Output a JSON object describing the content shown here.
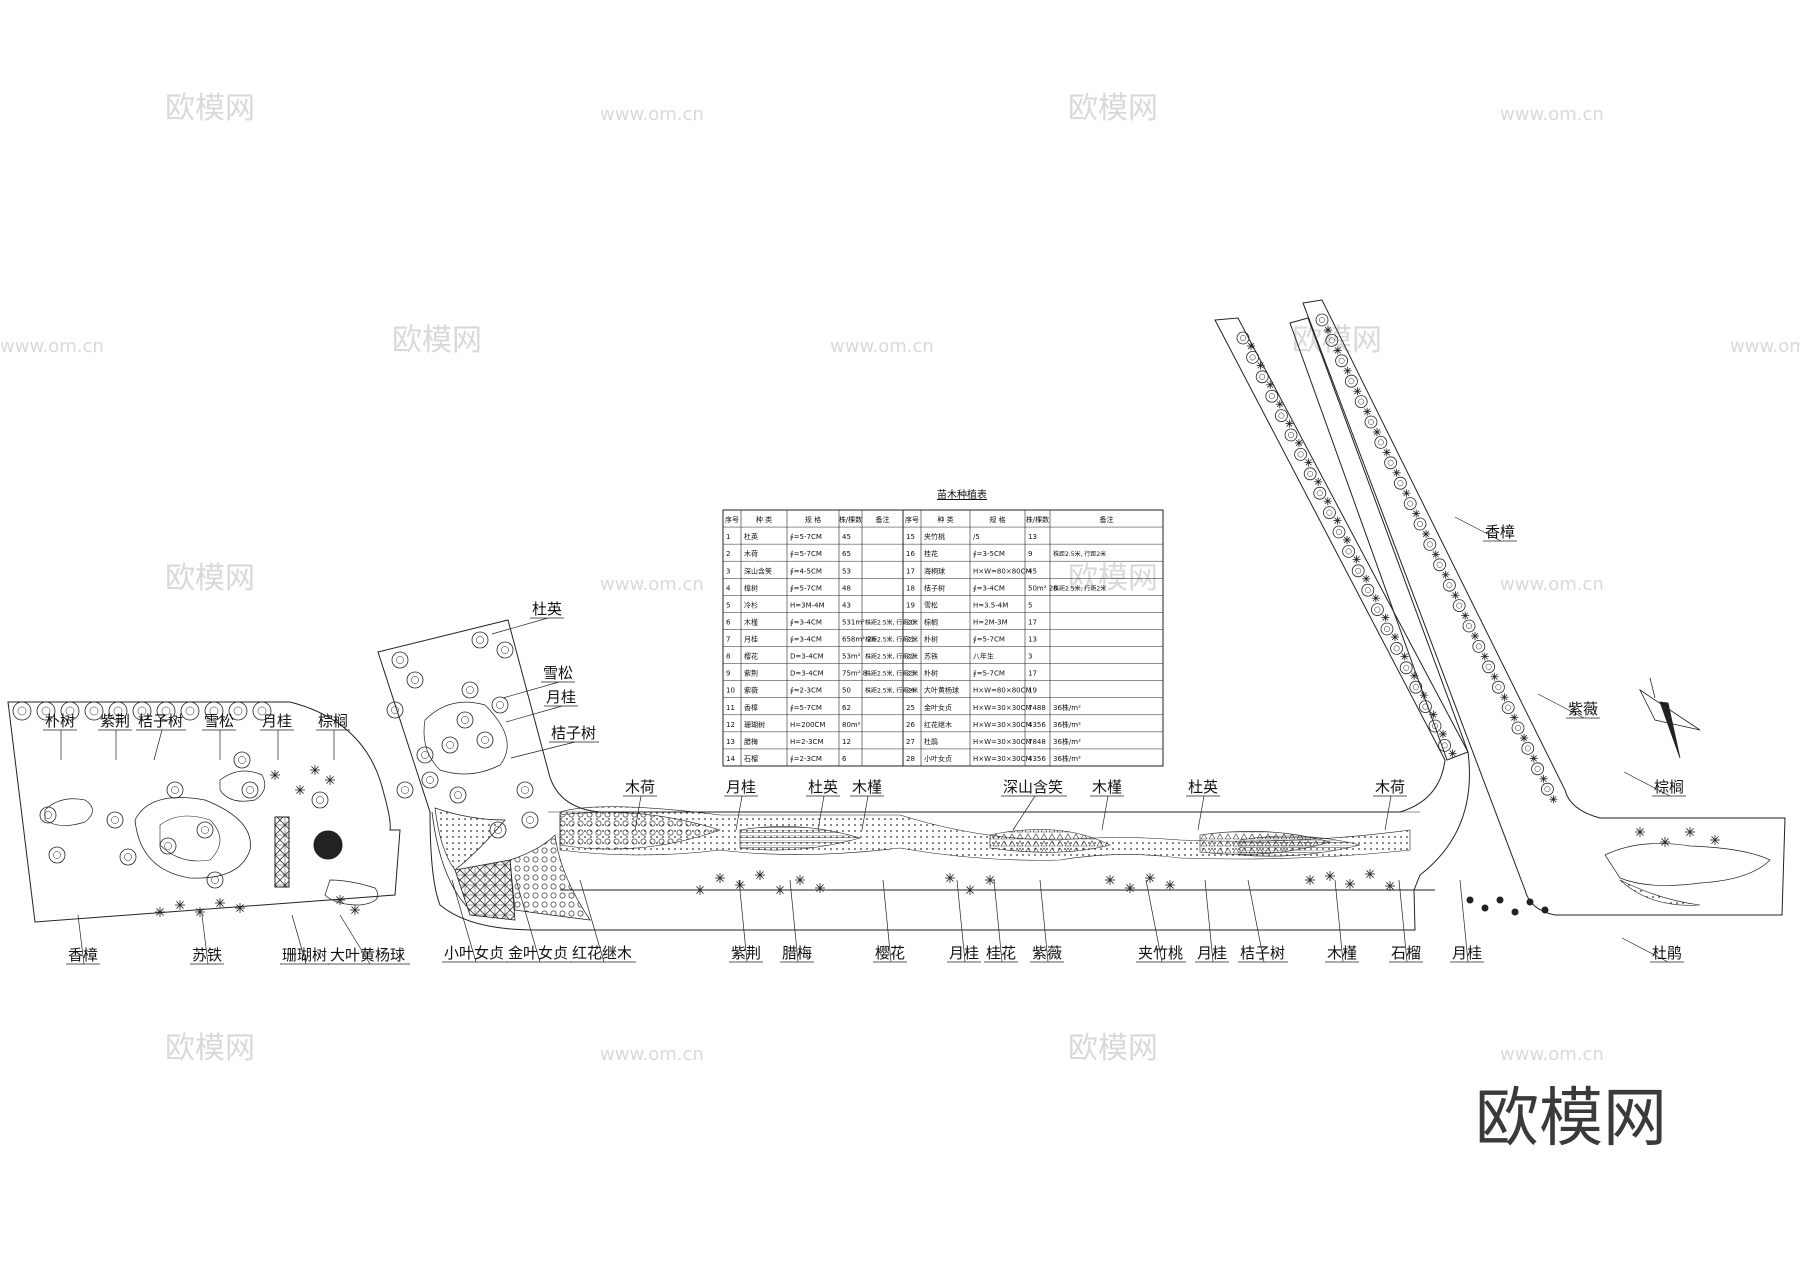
{
  "watermark": {
    "logo_text": "欧模网",
    "url_text": "www.om.cn",
    "corner_text": "欧模网"
  },
  "table": {
    "title": "苗木种植表",
    "headers": [
      "序号",
      "种 类",
      "规 格",
      "株/棵数",
      "备注",
      "序号",
      "种 类",
      "规 格",
      "株/棵数",
      "备注"
    ],
    "left_rows": [
      [
        "1",
        "杜英",
        "∮=5-7CM",
        "45",
        ""
      ],
      [
        "2",
        "木荷",
        "∮=5-7CM",
        "65",
        ""
      ],
      [
        "3",
        "深山含笑",
        "∮=4-5CM",
        "53",
        ""
      ],
      [
        "4",
        "樟树",
        "∮=5-7CM",
        "48",
        ""
      ],
      [
        "5",
        "冷杉",
        "H=3M-4M",
        "43",
        ""
      ],
      [
        "6",
        "木槿",
        "∮=3-4CM",
        "531m²",
        "株距2.5米, 行距2米"
      ],
      [
        "7",
        "月桂",
        "∮=3-4CM",
        "658m² 26",
        "株距2.5米, 行距2米"
      ],
      [
        "8",
        "樱花",
        "D=3-4CM",
        "53m²",
        "株距2.5米, 行距2米"
      ],
      [
        "9",
        "紫荆",
        "D=3-4CM",
        "75m² 8",
        "株距2.5米, 行距2米"
      ],
      [
        "10",
        "紫薇",
        "∮=2-3CM",
        "50",
        "株距2.5米, 行距2米"
      ],
      [
        "11",
        "香樟",
        "∮=5-7CM",
        "62",
        ""
      ],
      [
        "12",
        "珊瑚树",
        "H=200CM",
        "80m²",
        ""
      ],
      [
        "13",
        "腊梅",
        "H=2-3CM",
        "12",
        ""
      ],
      [
        "14",
        "石榴",
        "∮=2-3CM",
        "6",
        ""
      ]
    ],
    "right_rows": [
      [
        "15",
        "夹竹桃",
        "/5",
        "13",
        ""
      ],
      [
        "16",
        "桂花",
        "∮=3-5CM",
        "9",
        "株距2.5米, 行距2米"
      ],
      [
        "17",
        "海桐球",
        "H×W=80×80CM",
        "45",
        ""
      ],
      [
        "18",
        "桔子树",
        "∮=3-4CM",
        "50m² 28",
        "株距2.5米, 行距2米"
      ],
      [
        "19",
        "雪松",
        "H=3.5-4M",
        "5",
        ""
      ],
      [
        "20",
        "棕榈",
        "H=2M-3M",
        "17",
        ""
      ],
      [
        "21",
        "朴树",
        "∮=5-7CM",
        "13",
        ""
      ],
      [
        "22",
        "苏铁",
        "八年生",
        "3",
        ""
      ],
      [
        "23",
        "朴树",
        "∮=5-7CM",
        "17",
        ""
      ],
      [
        "24",
        "大叶黄杨球",
        "H×W=80×80CM",
        "19",
        ""
      ],
      [
        "25",
        "金叶女贞",
        "H×W=30×30CM",
        "7488",
        "36株/m²"
      ],
      [
        "26",
        "红花继木",
        "H×W=30×30CM",
        "4356",
        "36株/m²"
      ],
      [
        "27",
        "杜鹃",
        "H×W=30×30CM",
        "7848",
        "36株/m²"
      ],
      [
        "28",
        "小叶女贞",
        "H×W=30×30CM",
        "4356",
        "36株/m²"
      ]
    ]
  },
  "labels_top_left": [
    "朴树",
    "紫荆",
    "桔子树",
    "雪松",
    "月桂",
    "棕榈"
  ],
  "labels_bottom_left": [
    "香樟",
    "苏铁",
    "珊瑚树",
    "大叶黄杨球"
  ],
  "labels_mid_island": [
    "杜英",
    "雪松",
    "月桂",
    "桔子树"
  ],
  "labels_strip_top": [
    "木荷",
    "月桂",
    "杜英",
    "木槿",
    "深山含笑",
    "木槿",
    "杜英",
    "木荷"
  ],
  "labels_strip_bottom": [
    "小叶女贞",
    "金叶女贞",
    "红花继木",
    "紫荆",
    "腊梅",
    "樱花",
    "月桂",
    "桂花",
    "紫薇",
    "夹竹桃",
    "月桂",
    "桔子树",
    "木槿",
    "石榴",
    "月桂"
  ],
  "labels_right": [
    "香樟",
    "紫薇",
    "棕榈",
    "杜鹃"
  ]
}
